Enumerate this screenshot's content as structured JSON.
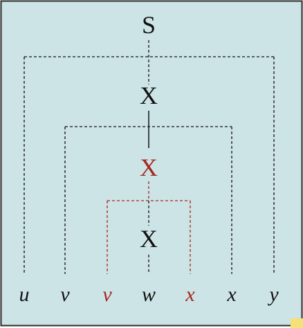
{
  "diagram": {
    "background_color": "#cde4e6",
    "border_color": "#2b2b2b",
    "normal_color": "#111111",
    "highlight_color": "#a3271f",
    "corner_mark_color": "#f5e07a",
    "nodes": [
      {
        "id": "root",
        "label": "S",
        "highlight": false
      },
      {
        "id": "upper",
        "label": "X",
        "highlight": false
      },
      {
        "id": "middle",
        "label": "X",
        "highlight": true
      },
      {
        "id": "lower",
        "label": "X",
        "highlight": false
      }
    ],
    "leaves": [
      {
        "id": "u",
        "label": "u",
        "highlight": false
      },
      {
        "id": "v1",
        "label": "v",
        "highlight": false
      },
      {
        "id": "v2",
        "label": "v",
        "highlight": true
      },
      {
        "id": "w",
        "label": "w",
        "highlight": false
      },
      {
        "id": "x1",
        "label": "x",
        "highlight": true
      },
      {
        "id": "x2",
        "label": "x",
        "highlight": false
      },
      {
        "id": "y",
        "label": "y",
        "highlight": false
      }
    ]
  }
}
